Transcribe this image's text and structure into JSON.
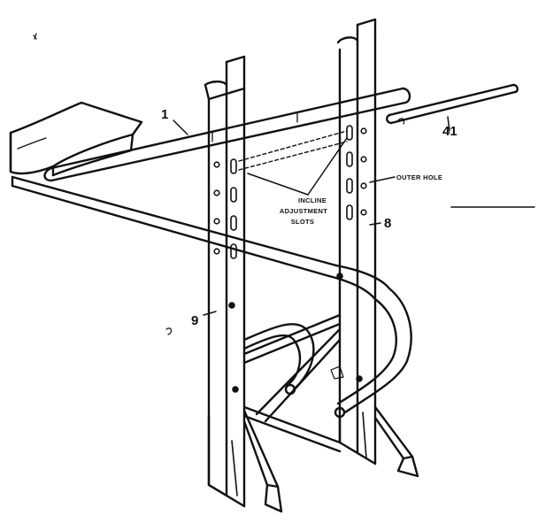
{
  "diagram": {
    "callouts": [
      {
        "id": "1",
        "text": "1"
      },
      {
        "id": "41",
        "text": "41"
      },
      {
        "id": "8",
        "text": "8"
      },
      {
        "id": "9",
        "text": "9"
      }
    ],
    "notes": {
      "outer_hole": "OUTER HOLE",
      "incline_line1": "INCLINE",
      "incline_line2": "ADJUSTMENT",
      "incline_line3": "SLOTS"
    }
  }
}
